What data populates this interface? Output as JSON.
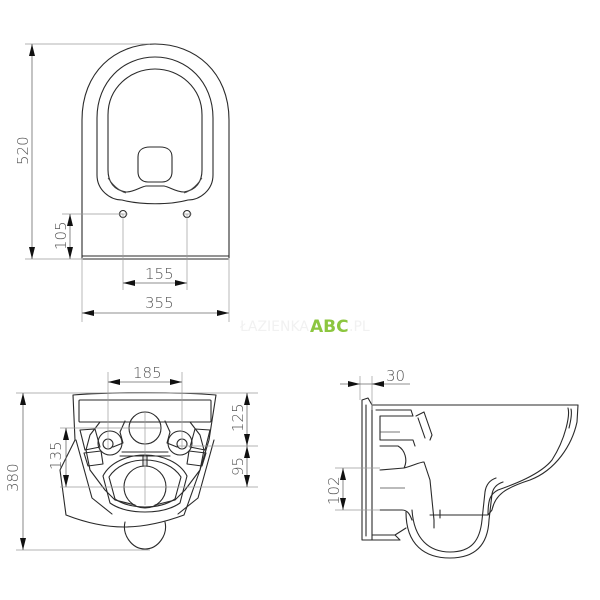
{
  "drawing": {
    "title": "Wall-hung toilet technical drawing",
    "units": "mm",
    "colors": {
      "line": "#2a2a2a",
      "dimension": "#6a6a6a",
      "text": "#555555",
      "watermark_accent": "#8cc63f",
      "watermark_text": "#f1f1f1"
    }
  },
  "views": {
    "top": {
      "label": "top-view",
      "dimensions": {
        "length": "520",
        "bolt_offset": "105",
        "bolt_spacing": "155",
        "width": "355"
      }
    },
    "rear": {
      "label": "rear-view",
      "dimensions": {
        "fixing_spacing": "185",
        "height": "380",
        "fixing_height": "135",
        "top_to_fixing": "125",
        "fixing_to_outlet": "95"
      }
    },
    "side": {
      "label": "side-view",
      "dimensions": {
        "wall_offset": "30",
        "outlet_height": "102"
      }
    }
  },
  "watermark": {
    "prefix": "ŁAZIENKA",
    "brand": "ABC",
    "suffix": ".PL"
  }
}
